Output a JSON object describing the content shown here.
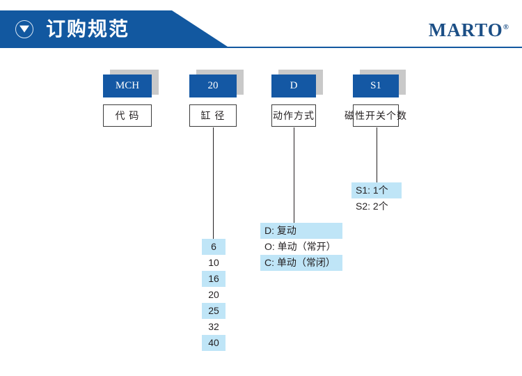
{
  "header": {
    "title": "订购规范",
    "icon": "triangle-down-icon",
    "banner_color": "#1258a0"
  },
  "brand": {
    "name": "MARTO",
    "trademark": "®",
    "color": "#1c4f86"
  },
  "colors": {
    "chip_blue": "#1458a4",
    "highlight_blue": "#bfe5f7",
    "shadow_grey": "#c9c9c9",
    "outline": "#3a3a3a"
  },
  "columns": [
    {
      "code": "MCH",
      "label": "代 码",
      "options": []
    },
    {
      "code": "20",
      "label": "缸 径",
      "options": [
        {
          "text": "6",
          "highlighted": true
        },
        {
          "text": "10",
          "highlighted": false
        },
        {
          "text": "16",
          "highlighted": true
        },
        {
          "text": "20",
          "highlighted": false
        },
        {
          "text": "25",
          "highlighted": true
        },
        {
          "text": "32",
          "highlighted": false
        },
        {
          "text": "40",
          "highlighted": true
        }
      ]
    },
    {
      "code": "D",
      "label": "动作方式",
      "options": [
        {
          "text": "D: 复动",
          "highlighted": true
        },
        {
          "text": "O: 单动（常开）",
          "highlighted": false
        },
        {
          "text": "C: 单动（常闭）",
          "highlighted": true
        }
      ]
    },
    {
      "code": "S1",
      "label": "磁性开关个数",
      "options": [
        {
          "text": "S1: 1个",
          "highlighted": true
        },
        {
          "text": "S2: 2个",
          "highlighted": false
        }
      ]
    }
  ]
}
